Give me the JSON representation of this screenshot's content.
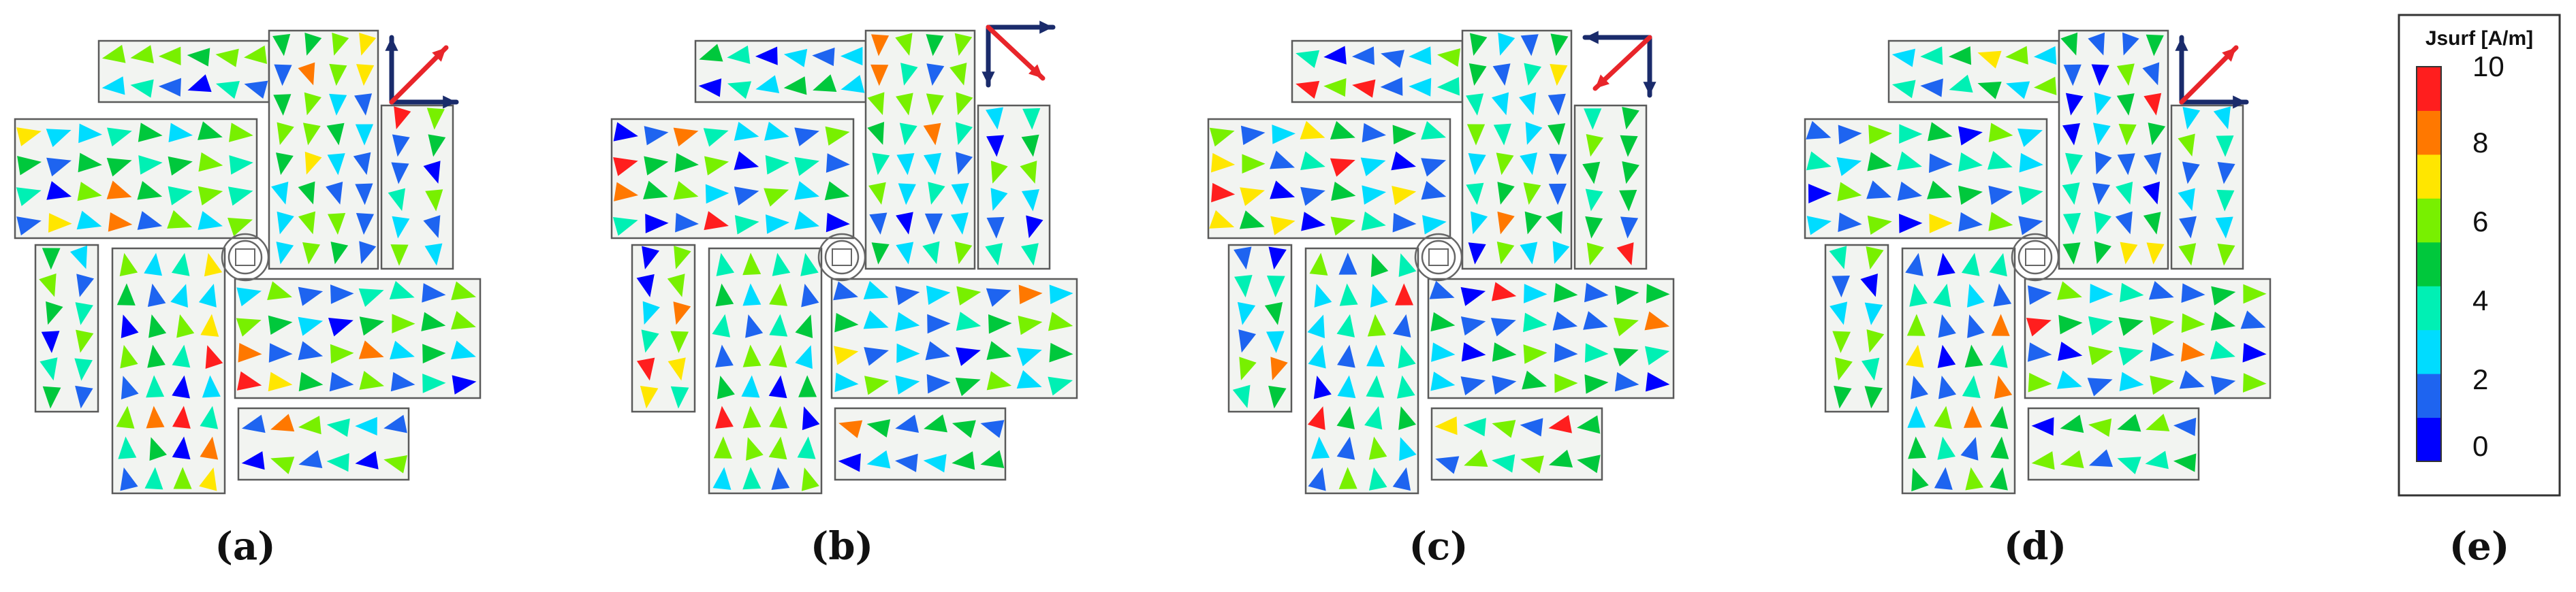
{
  "panels": [
    {
      "id": "a",
      "caption": "(a)",
      "pol": "TR"
    },
    {
      "id": "b",
      "caption": "(b)",
      "pol": "BR"
    },
    {
      "id": "c",
      "caption": "(c)",
      "pol": "BL"
    },
    {
      "id": "d",
      "caption": "(d)",
      "pol": "TR"
    }
  ],
  "legend": {
    "title": "Jsurf [A/m]",
    "caption": "(e)",
    "ticks": [
      "10",
      "8",
      "6",
      "4",
      "2",
      "0"
    ],
    "colors": [
      "#0000ff",
      "#1e64f0",
      "#00dcff",
      "#00f0b4",
      "#00c83c",
      "#78f000",
      "#ffe600",
      "#ff7800",
      "#ff1e1e"
    ]
  },
  "colors": {
    "arrow_dark": "#1a2b6b",
    "arrow_red": "#e8252a",
    "patch_fill": "#f2f4f1",
    "patch_stroke": "#5a5a5a"
  }
}
